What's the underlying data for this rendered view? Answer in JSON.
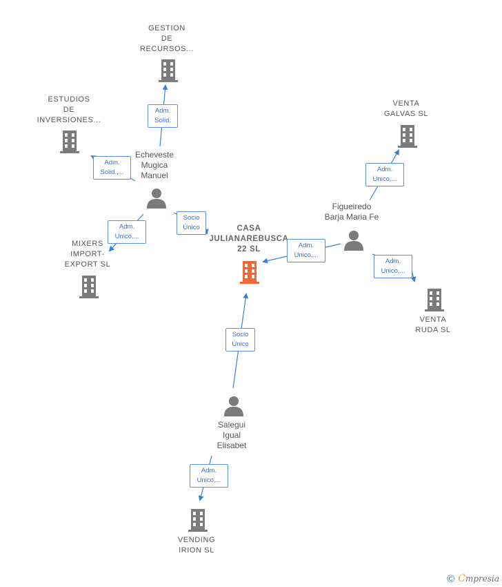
{
  "companies": {
    "gestion": "GESTION\nDE\nRECURSOS...",
    "estudios": "ESTUDIOS\nDE\nINVERSIONES...",
    "venta_galvas": "VENTA\nGALVAS  SL",
    "mixers": "MIXERS\nIMPORT-\nEXPORT SL",
    "casa": "CASA\nJULIANAREBUSCA\n22  SL",
    "venta_ruda": "VENTA\nRUDA  SL",
    "vending": "VENDING\nIRION SL"
  },
  "people": {
    "echeveste": "Echeveste\nMugica\nManuel",
    "figueiredo": "Figueiredo\nBarja Maria Fe",
    "salegui": "Salegui\nIgual\nElisabet"
  },
  "edges": {
    "e1": {
      "line1": "Adm.",
      "line2": "Solid."
    },
    "e2": {
      "line1": "Adm.",
      "line2": "Solid.,..."
    },
    "e3": {
      "line1": "Socio",
      "line2": "Único"
    },
    "e4": {
      "line1": "Adm.",
      "line2": "Unico,..."
    },
    "e5": {
      "line1": "Adm.",
      "line2": "Unico,..."
    },
    "e6": {
      "line1": "Adm.",
      "line2": "Unico,..."
    },
    "e7": {
      "line1": "Adm.",
      "line2": "Unico,..."
    },
    "e8": {
      "line1": "Socio",
      "line2": "Único"
    },
    "e9": {
      "line1": "Adm.",
      "line2": "Unico,..."
    }
  },
  "brand": {
    "copyright": "©",
    "e": "C",
    "rest": "mpresia"
  },
  "colors": {
    "node": "#7b7b7b",
    "main_node": "#f0673a",
    "edge": "#3a80d2"
  }
}
